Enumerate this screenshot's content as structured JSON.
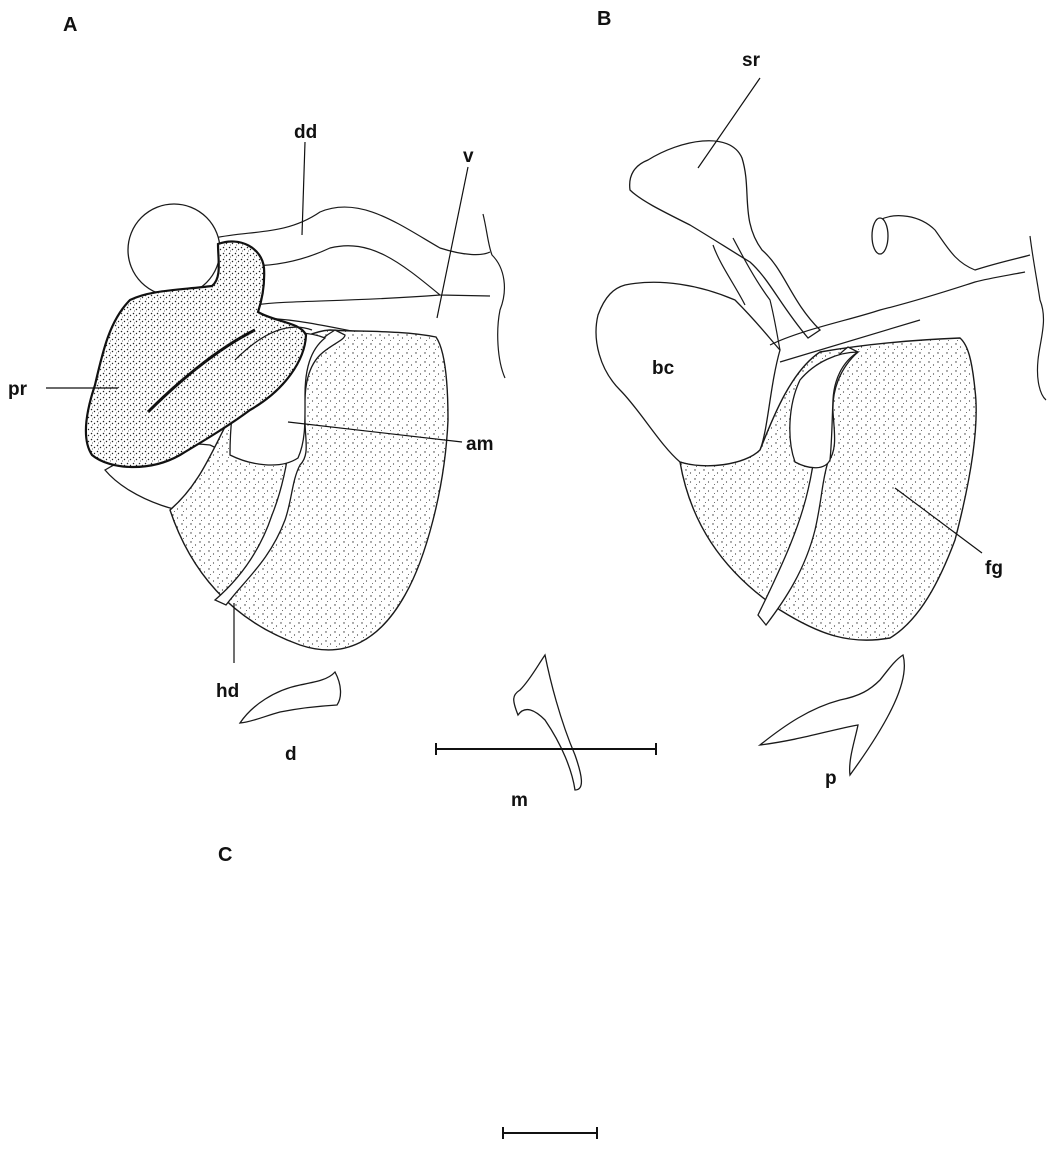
{
  "panels": {
    "a": "A",
    "b": "B",
    "c": "C"
  },
  "labels": {
    "dd": "dd",
    "v": "v",
    "pr": "pr",
    "am": "am",
    "hd": "hd",
    "sr": "sr",
    "bc": "bc",
    "fg": "fg",
    "d": "d",
    "m": "m",
    "p": "p"
  }
}
